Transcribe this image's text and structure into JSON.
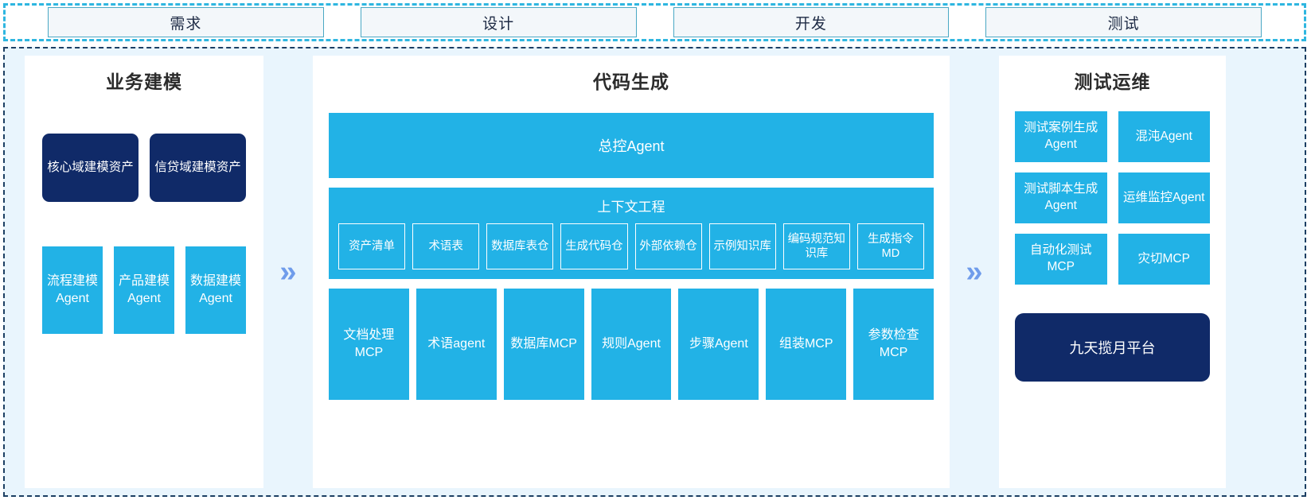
{
  "phases": {
    "items": [
      {
        "label": "需求"
      },
      {
        "label": "设计"
      },
      {
        "label": "开发"
      },
      {
        "label": "测试"
      }
    ]
  },
  "arrows": {
    "glyph": "»"
  },
  "colors": {
    "cyan": "#22b2e6",
    "navy": "#102a68",
    "panel_bg": "#ffffff",
    "canvas_bg": "#e9f5fd",
    "arrow": "#6f9ceb",
    "phase_border": "#4aa8c4"
  },
  "left_panel": {
    "title": "业务建模",
    "assets": [
      {
        "label": "核心域建模资产"
      },
      {
        "label": "信贷域建模资产"
      }
    ],
    "agents": [
      {
        "label": "流程建模Agent"
      },
      {
        "label": "产品建模Agent"
      },
      {
        "label": "数据建模Agent"
      }
    ]
  },
  "center_panel": {
    "title": "代码生成",
    "control_agent": "总控Agent",
    "context_engineering": {
      "title": "上下文工程",
      "items": [
        {
          "label": "资产清单"
        },
        {
          "label": "术语表"
        },
        {
          "label": "数据库表仓"
        },
        {
          "label": "生成代码仓"
        },
        {
          "label": "外部依赖仓"
        },
        {
          "label": "示例知识库"
        },
        {
          "label": "编码规范知识库"
        },
        {
          "label": "生成指令MD"
        }
      ]
    },
    "tools": [
      {
        "label": "文档处理MCP"
      },
      {
        "label": "术语agent"
      },
      {
        "label": "数据库MCP"
      },
      {
        "label": "规则Agent"
      },
      {
        "label": "步骤Agent"
      },
      {
        "label": "组装MCP"
      },
      {
        "label": "参数检查MCP"
      }
    ]
  },
  "right_panel": {
    "title": "测试运维",
    "items": [
      {
        "label": "测试案例生成Agent"
      },
      {
        "label": "混沌Agent"
      },
      {
        "label": "测试脚本生成Agent"
      },
      {
        "label": "运维监控Agent"
      },
      {
        "label": "自动化测试MCP"
      },
      {
        "label": "灾切MCP"
      }
    ],
    "platform": "九天揽月平台"
  }
}
